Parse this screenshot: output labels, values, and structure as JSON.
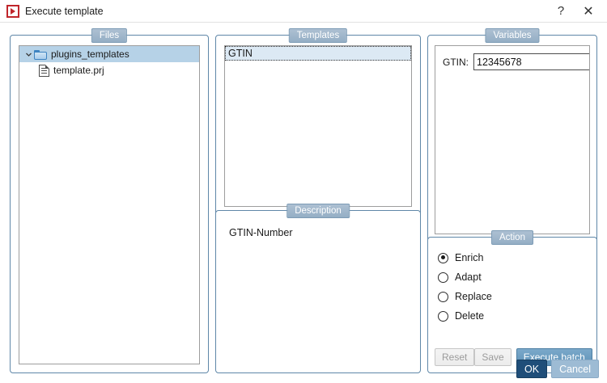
{
  "window": {
    "title": "Execute template",
    "icon": "app-run-icon",
    "help_label": "?",
    "close_label": "✕"
  },
  "files": {
    "title": "Files",
    "tree": [
      {
        "label": "plugins_templates",
        "icon": "folder-icon",
        "selected": true,
        "expanded": true,
        "level": 0
      },
      {
        "label": "template.prj",
        "icon": "file-icon",
        "selected": false,
        "level": 1
      }
    ]
  },
  "templates": {
    "title": "Templates",
    "items": [
      {
        "label": "GTIN",
        "selected": true
      }
    ]
  },
  "description": {
    "title": "Description",
    "text": "GTIN-Number"
  },
  "variables": {
    "title": "Variables",
    "fields": [
      {
        "label": "GTIN:",
        "value": "12345678",
        "placeholder": ""
      }
    ]
  },
  "action": {
    "title": "Action",
    "options": [
      {
        "label": "Enrich",
        "checked": true
      },
      {
        "label": "Adapt",
        "checked": false
      },
      {
        "label": "Replace",
        "checked": false
      },
      {
        "label": "Delete",
        "checked": false
      }
    ],
    "buttons": {
      "reset": "Reset",
      "save": "Save",
      "execute_batch": "Execute batch"
    }
  },
  "footer": {
    "ok": "OK",
    "cancel": "Cancel"
  },
  "colors": {
    "panel_border": "#5f87a8",
    "panel_title_bg": "#9fb6cb",
    "selection": "#b6d2e7",
    "primary_button": "#6a9cc0",
    "ok_button": "#1f4e79",
    "cancel_button": "#9dbbd4"
  }
}
